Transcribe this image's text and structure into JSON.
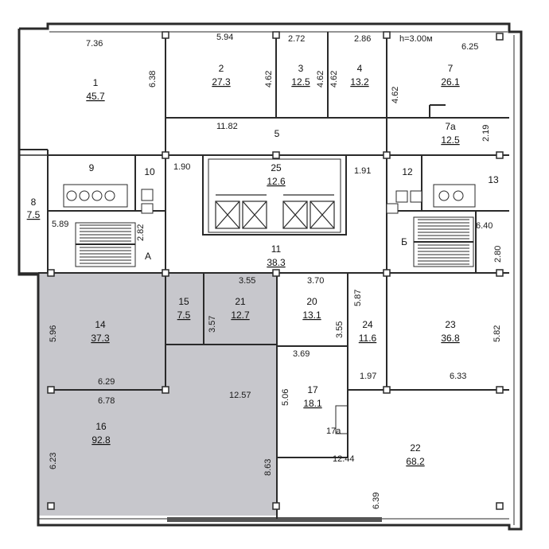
{
  "plan": {
    "height_note": "h=3.00м",
    "rooms": [
      {
        "id": "r1",
        "number": "1",
        "area": "45.7",
        "highlighted": false
      },
      {
        "id": "r2",
        "number": "2",
        "area": "27.3",
        "highlighted": false
      },
      {
        "id": "r3",
        "number": "3",
        "area": "12.5",
        "highlighted": false
      },
      {
        "id": "r4",
        "number": "4",
        "area": "13.2",
        "highlighted": false
      },
      {
        "id": "r5",
        "number": "5",
        "area": "",
        "highlighted": false
      },
      {
        "id": "r7",
        "number": "7",
        "area": "26.1",
        "highlighted": false
      },
      {
        "id": "r7a",
        "number": "7a",
        "area": "12.5",
        "highlighted": false
      },
      {
        "id": "r8",
        "number": "8",
        "area": "7.5",
        "highlighted": false
      },
      {
        "id": "r9",
        "number": "9",
        "area": "",
        "highlighted": false
      },
      {
        "id": "r10",
        "number": "10",
        "area": "",
        "highlighted": false
      },
      {
        "id": "r11",
        "number": "11",
        "area": "38.3",
        "highlighted": false
      },
      {
        "id": "r12",
        "number": "12",
        "area": "",
        "highlighted": false
      },
      {
        "id": "r13",
        "number": "13",
        "area": "",
        "highlighted": false
      },
      {
        "id": "r14",
        "number": "14",
        "area": "37.3",
        "highlighted": true
      },
      {
        "id": "r15",
        "number": "15",
        "area": "7.5",
        "highlighted": true
      },
      {
        "id": "r16",
        "number": "16",
        "area": "92.8",
        "highlighted": true
      },
      {
        "id": "r17",
        "number": "17",
        "area": "18.1",
        "highlighted": false
      },
      {
        "id": "r17a",
        "number": "17a",
        "area": "",
        "highlighted": false
      },
      {
        "id": "r20",
        "number": "20",
        "area": "13.1",
        "highlighted": false
      },
      {
        "id": "r21",
        "number": "21",
        "area": "12.7",
        "highlighted": true
      },
      {
        "id": "r22",
        "number": "22",
        "area": "68.2",
        "highlighted": false
      },
      {
        "id": "r23",
        "number": "23",
        "area": "36.8",
        "highlighted": false
      },
      {
        "id": "r24",
        "number": "24",
        "area": "11.6",
        "highlighted": false
      },
      {
        "id": "r25",
        "number": "25",
        "area": "12.6",
        "highlighted": false
      }
    ],
    "stair_labels": {
      "left": "А",
      "right": "Б"
    },
    "dimensions": {
      "d_7_36": "7.36",
      "d_5_94": "5.94",
      "d_2_72": "2.72",
      "d_2_86": "2.86",
      "d_6_25": "6.25",
      "d_6_38": "6.38",
      "d_4_62a": "4.62",
      "d_4_62b": "4.62",
      "d_4_62c": "4.62",
      "d_4_62d": "4.62",
      "d_11_82": "11.82",
      "d_2_19": "2.19",
      "d_1_90": "1.90",
      "d_1_91": "1.91",
      "d_5_89": "5.89",
      "d_2_82": "2.82",
      "d_6_40": "6.40",
      "d_2_80": "2.80",
      "d_3_55a": "3.55",
      "d_3_70": "3.70",
      "d_5_87": "5.87",
      "d_5_96": "5.96",
      "d_3_57": "3.57",
      "d_3_55b": "3.55",
      "d_5_82": "5.82",
      "d_3_69": "3.69",
      "d_1_97": "1.97",
      "d_6_29": "6.29",
      "d_6_33": "6.33",
      "d_6_78": "6.78",
      "d_12_57": "12.57",
      "d_5_06": "5.06",
      "d_6_23": "6.23",
      "d_8_63": "8.63",
      "d_12_44": "12.44",
      "d_6_39": "6.39"
    }
  },
  "colors": {
    "highlight_fill": "#c7c7cc",
    "wall": "#2a2a2a",
    "background": "#ffffff"
  }
}
